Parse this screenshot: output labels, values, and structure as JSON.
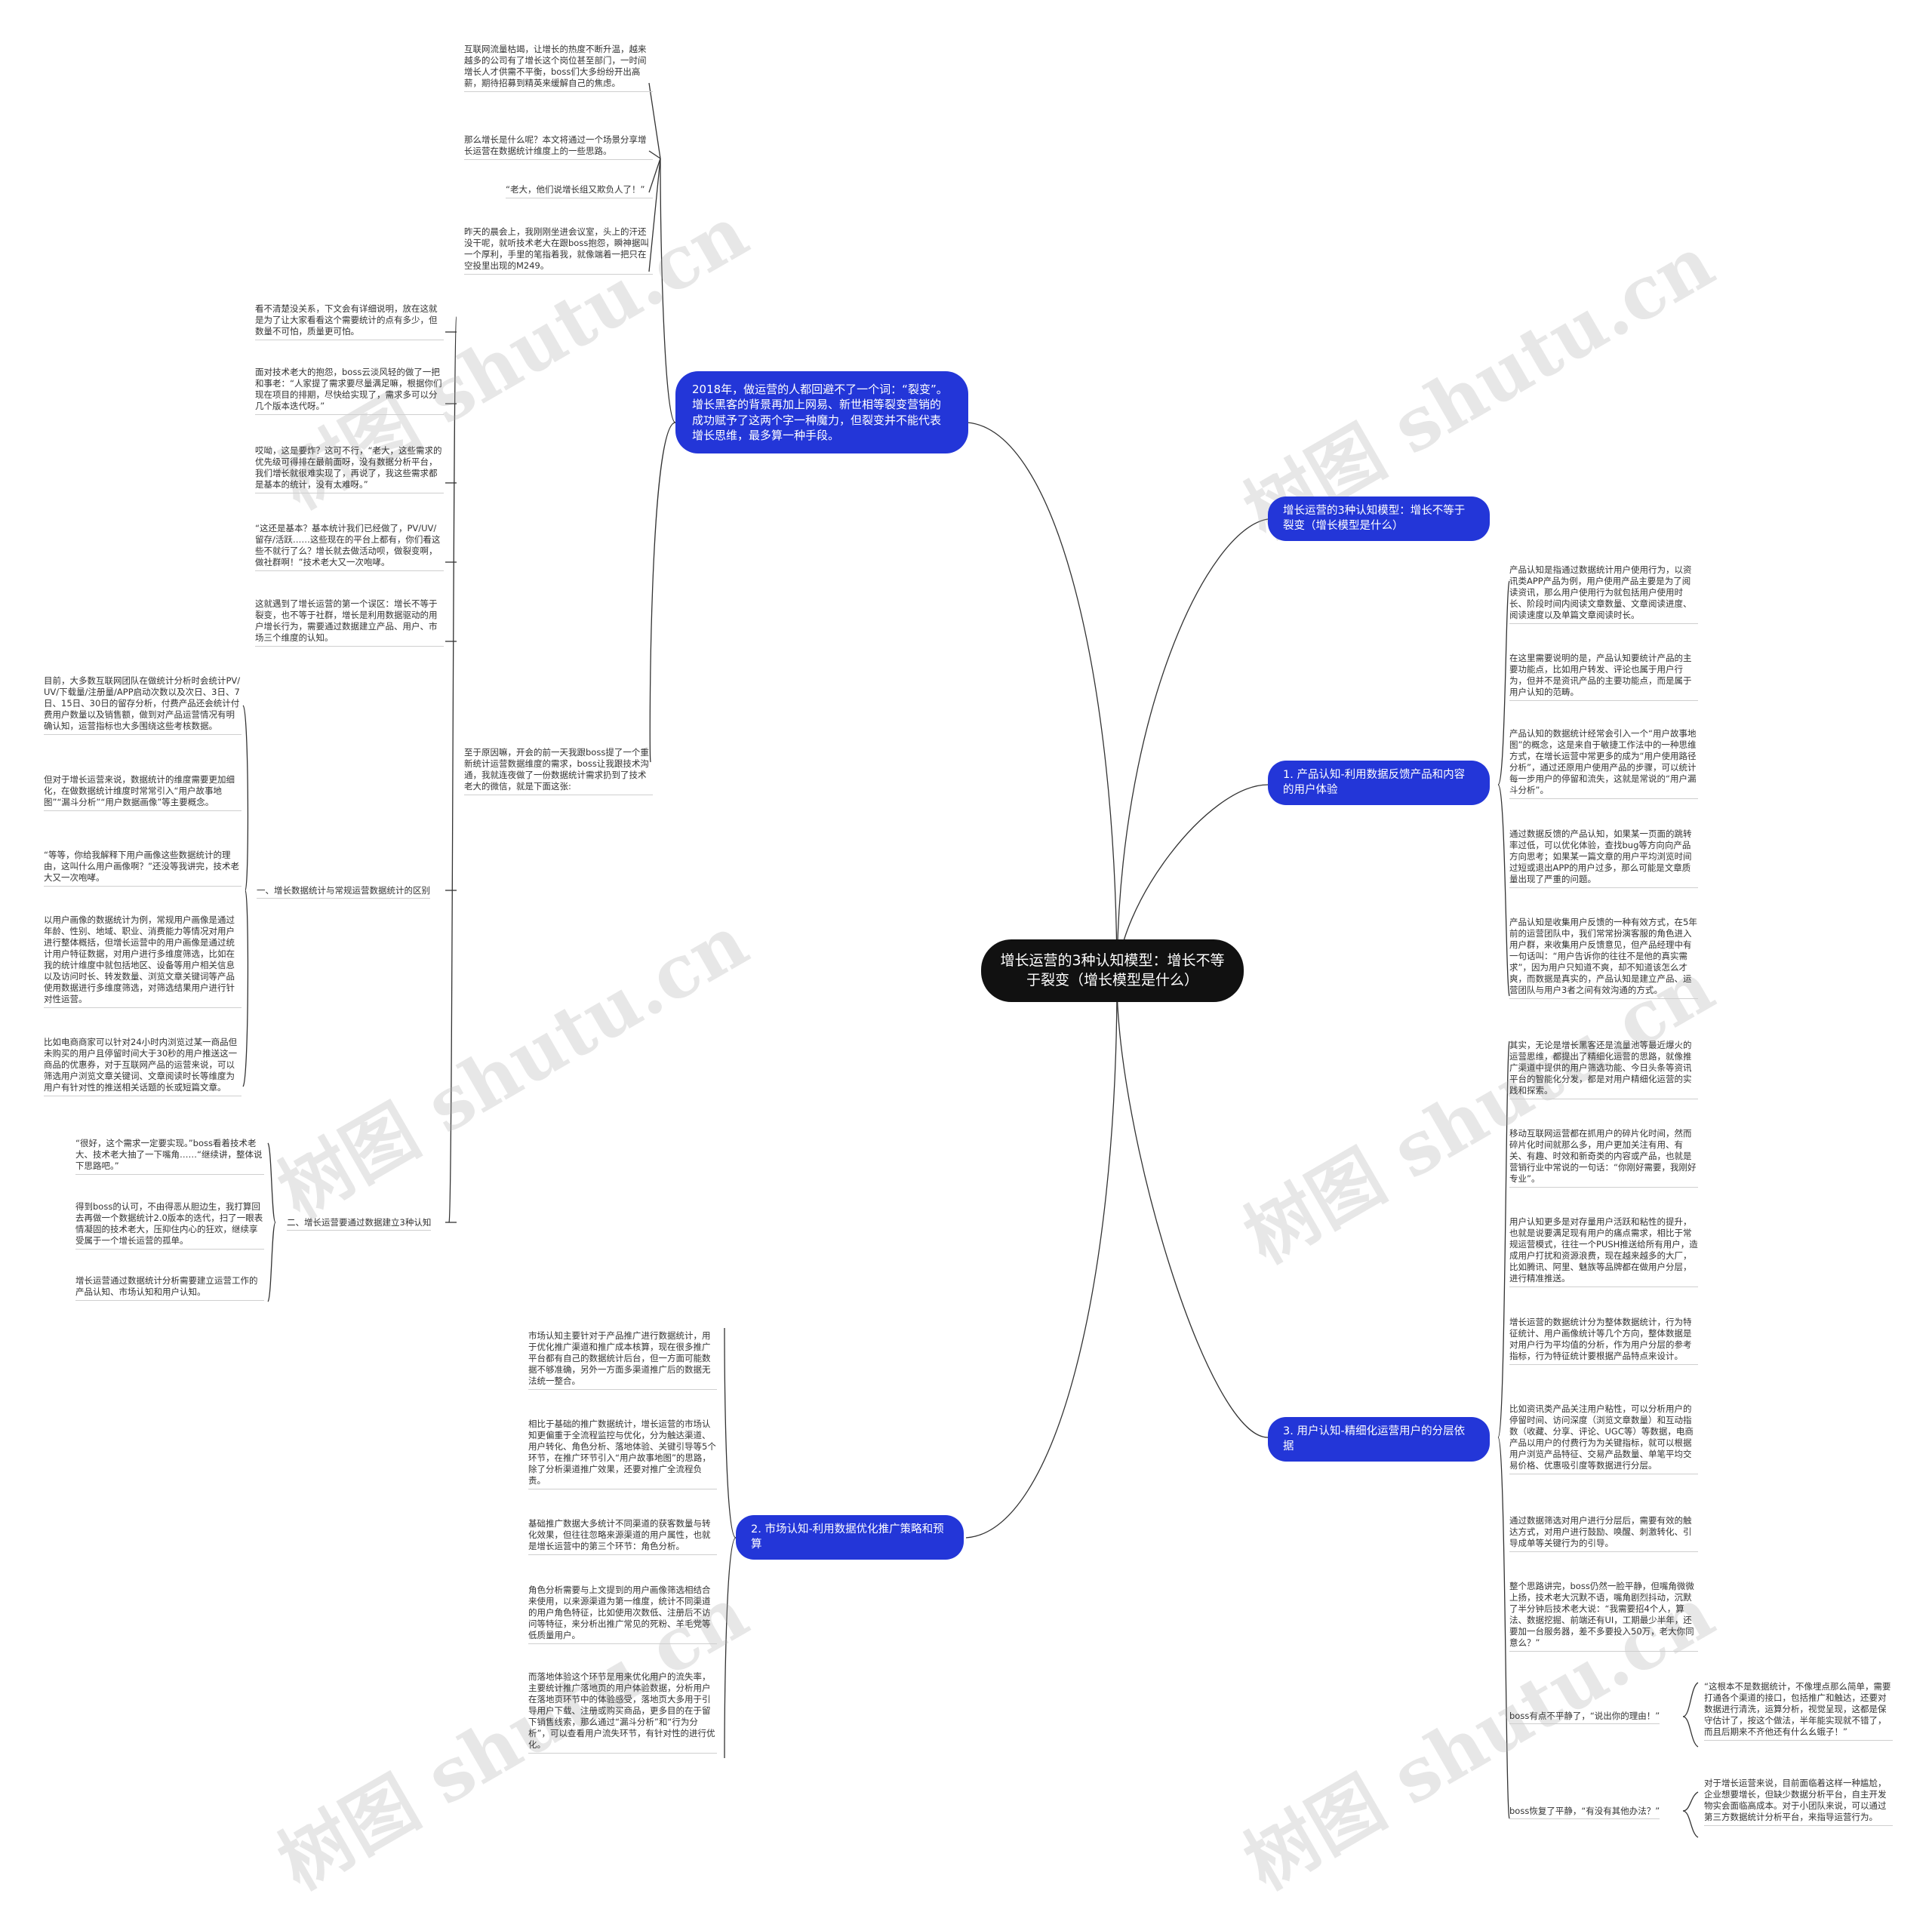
{
  "root": "增长运营的3种认知模型：增长不等于裂变（增长模型是什么）",
  "watermark": "树图 shutu.cn",
  "left": {
    "intro": {
      "title": "2018年，做运营的人都回避不了一个词：“裂变”。增长黑客的背景再加上网易、新世相等裂变营销的成功赋予了这两个字一种魔力，但裂变并不能代表增长思维，最多算一种手段。",
      "lead": "至于原因嘛，开会的前一天我跟boss提了一个重新统计运营数据维度的需求，boss让我跟技术沟通，我就连夜做了一份数据统计需求扔到了技术老大的微信，就是下面这张:",
      "top_leaves": [
        "互联网流量枯竭，让增长的热度不断升温，越来越多的公司有了增长这个岗位甚至部门，一时间增长人才供需不平衡，boss们大多纷纷开出高薪，期待招募到精英来缓解自己的焦虑。",
        "那么增长是什么呢？本文将通过一个场景分享增长运营在数据统计维度上的一些思路。",
        "“老大，他们说增长组又欺负人了！”",
        "昨天的晨会上，我刚刚坐进会议室，头上的汗还没干呢，就听技术老大在跟boss抱怨，瞬神据叫一个厚利，手里的笔指着我，就像端着一把只在空投里出现的M249。"
      ],
      "mid_leaves": [
        "看不清楚没关系，下文会有详细说明，放在这就是为了让大家看看这个需要统计的点有多少，但数量不可怕，质量更可怕。",
        "面对技术老大的抱怨，boss云淡风轻的做了一把和事老：“人家提了需求要尽量满足嘛，根据你们现在项目的排期，尽快给实现了，需求多可以分几个版本迭代呀。”",
        "哎呦，这是要炸？这可不行，“老大，这些需求的优先级可得排在最前面呀，没有数据分析平台，我们增长就很难实现了，再说了，我这些需求都是基本的统计，没有太难呀。”",
        "“这还是基本？基本统计我们已经做了，PV/UV/留存/活跃……这些现在的平台上都有，你们看这些不就行了么？增长就去做活动呗，做裂变啊，做社群啊！”技术老大又一次咆哮。",
        "这就遇到了增长运营的第一个误区：增长不等于裂变，也不等于社群，增长是利用数据驱动的用户增长行为，需要通过数据建立产品、用户、市场三个维度的认知。"
      ],
      "section1": {
        "label": "一、增长数据统计与常规运营数据统计的区别",
        "leaves": [
          "目前，大多数互联网团队在做统计分析时会统计PV/UV/下载量/注册量/APP启动次数以及次日、3日、7日、15日、30日的留存分析，付费产品还会统计付费用户数量以及销售额，做到对产品运营情况有明确认知，运营指标也大多围绕这些考核数据。",
          "但对于增长运营来说，数据统计的维度需要更加细化，在做数据统计维度时常常引入“用户故事地图”“漏斗分析”“用户数据画像”等主要概念。",
          "“等等，你给我解释下用户画像这些数据统计的理由，这叫什么用户画像啊？”还没等我讲完，技术老大又一次咆哮。",
          "以用户画像的数据统计为例，常规用户画像是通过年龄、性别、地域、职业、消费能力等情况对用户进行整体概括，但增长运营中的用户画像是通过统计用户特征数据，对用户进行多维度筛选，比如在我的统计维度中就包括地区、设备等用户相关信息以及访问时长、转发数量、浏览文章关键词等产品使用数据进行多维度筛选，对筛选结果用户进行针对性运营。",
          "比如电商商家可以针对24小时内浏览过某一商品但未购买的用户且停留时间大于30秒的用户推送这一商品的优惠券，对于互联网产品的运营来说，可以筛选用户浏览文章关键词、文章阅读时长等维度为用户有针对性的推送相关话题的长或短篇文章。"
        ]
      },
      "section2": {
        "label": "二、增长运营要通过数据建立3种认知",
        "leaves": [
          "“很好，这个需求一定要实现。”boss看着技术老大、技术老大抽了一下嘴角……“继续讲，整体说下思路吧。”",
          "得到boss的认可，不由得恶从胆边生，我打算回去再做一个数据统计2.0版本的迭代，扫了一眼表情凝固的技术老大，压抑住内心的狂欢，继续享受属于一个增长运营的孤单。",
          "增长运营通过数据统计分析需要建立运营工作的产品认知、市场认知和用户认知。"
        ]
      }
    },
    "market": {
      "title": "2. 市场认知-利用数据优化推广策略和预算",
      "leaves": [
        "市场认知主要针对于产品推广进行数据统计，用于优化推广渠道和推广成本核算，现在很多推广平台都有自己的数据统计后台，但一方面可能数据不够准确，另外一方面多渠道推广后的数据无法统一整合。",
        "相比于基础的推广数据统计，增长运营的市场认知更偏重于全流程监控与优化，分为触达渠道、用户转化、角色分析、落地体验、关键引导等5个环节，在推广环节引入“用户故事地图”的思路，除了分析渠道推广效果，还要对推广全流程负责。",
        "基础推广数据大多统计不同渠道的获客数量与转化效果，但往往忽略来源渠道的用户属性，也就是增长运营中的第三个环节：角色分析。",
        "角色分析需要与上文提到的用户画像筛选相结合来使用，以来源渠道为第一维度，统计不同渠道的用户角色特征，比如使用次数低、注册后不访问等特征，来分析出推广常见的死粉、羊毛党等低质量用户。",
        "而落地体验这个环节是用来优化用户的流失率，主要统计推广落地页的用户体验数据，分析用户在落地页环节中的体验感受，落地页大多用于引导用户下载、注册或购买商品，更多目的在于留下销售线索，那么通过“漏斗分析”和“行为分析”，可以查看用户流失环节，有针对性的进行优化。"
      ]
    }
  },
  "right": {
    "model": {
      "title": "增长运营的3种认知模型：增长不等于裂变（增长模型是什么）"
    },
    "product": {
      "title": "1. 产品认知-利用数据反馈产品和内容的用户体验",
      "leaves": [
        "产品认知是指通过数据统计用户使用行为，以资讯类APP产品为例，用户使用产品主要是为了阅读资讯，那么用户使用行为就包括用户使用时长、阶段时间内阅读文章数量、文章阅读进度、阅读速度以及单篇文章阅读时长。",
        "在这里需要说明的是，产品认知要统计产品的主要功能点，比如用户转发、评论也属于用户行为，但并不是资讯产品的主要功能点，而是属于用户认知的范畴。",
        "产品认知的数据统计经常会引入一个“用户故事地图”的概念，这是来自于敏捷工作法中的一种思维方式，在增长运营中常更多的成为“用户使用路径分析”，通过还原用户使用产品的步骤，可以统计每一步用户的停留和流失，这就是常说的“用户漏斗分析”。",
        "通过数据反馈的产品认知，如果某一页面的跳转率过低，可以优化体验，查找bug等方向向产品方向思考；如果某一篇文章的用户平均浏览时间过短或退出APP的用户过多，那么可能是文章质量出现了严重的问题。",
        "产品认知是收集用户反馈的一种有效方式，在5年前的运营团队中，我们常常扮演客服的角色进入用户群，来收集用户反馈意见，但产品经理中有一句话叫：“用户告诉你的往往不是他的真实需求”，因为用户只知道不爽，却不知道该怎么才爽，而数据是真实的，产品认知是建立产品、运营团队与用户3者之间有效沟通的方式。"
      ]
    },
    "user": {
      "title": "3. 用户认知-精细化运营用户的分层依据",
      "leaves": [
        "其实，无论是增长黑客还是流量池等最近爆火的运营思维，都提出了精细化运营的思路，就像推广渠道中提供的用户筛选功能、今日头条等资讯平台的智能化分发，都是对用户精细化运营的实践和探索。",
        "移动互联网运营都在抓用户的碎片化时间，然而碎片化时间就那么多，用户更加关注有用、有关、有趣、时效和新奇类的内容或产品，也就是营销行业中常说的一句话：“你刚好需要，我刚好专业”。",
        "用户认知更多是对存量用户活跃和粘性的提升，也就是说要满足现有用户的痛点需求，相比于常规运营模式，往往一个PUSH推送给所有用户，造成用户打扰和资源浪费，现在越来越多的大厂，比如腾讯、阿里、魅族等品牌都在做用户分层，进行精准推送。",
        "增长运营的数据统计分为整体数据统计，行为特征统计、用户画像统计等几个方向，整体数据是对用户行为平均值的分析，作为用户分层的参考指标，行为特征统计要根据产品特点来设计。",
        "比如资讯类产品关注用户粘性，可以分析用户的停留时间、访问深度（浏览文章数量）和互动指数（收藏、分享、评论、UGC等）等数据，电商产品以用户的付费行为为关键指标，就可以根据用户浏览产品特征、交易产品数量、单笔平均交易价格、优惠吸引度等数据进行分层。",
        "通过数据筛选对用户进行分层后，需要有效的触达方式，对用户进行鼓励、唤醒、刺激转化、引导成单等关键行为的引导。",
        "整个思路讲完，boss仍然一脸平静，但嘴角微微上扬，技术老大沉默不语，嘴角剧烈抖动，沉默了半分钟后技术老大说：“我需要招4个人，算法、数据挖掘、前端还有UI，工期最少半年，还要加一台服务器，差不多要投入50万，老大你同意么？”"
      ],
      "sub1": {
        "label": "boss有点不平静了，“说出你的理由！”",
        "leaf": "“这根本不是数据统计，不像埋点那么简单，需要打通各个渠道的接口，包括推广和触达，还要对数据进行清洗，运算分析，视觉呈现，这都是保守估计了，按这个做法，半年能实现就不错了，而且后期来不齐他还有什么幺蛾子！”"
      },
      "sub2": {
        "label": "boss恢复了平静，“有没有其他办法？”",
        "leaf": "对于增长运营来说，目前面临着这样一种尴尬，企业想要增长，但缺少数据分析平台，自主开发物实会面临高成本。对于小团队来说，可以通过第三方数据统计分析平台，来指导运营行为。"
      }
    }
  },
  "colors": {
    "branch": "#2336d8",
    "root": "#111111",
    "line": "#333333"
  }
}
